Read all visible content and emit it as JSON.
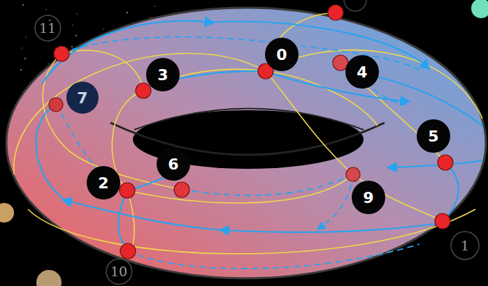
{
  "diagram": {
    "nodes": [
      {
        "text": [
          "11"
        ]
      },
      {
        "text": [
          "3"
        ]
      },
      {
        "text": [
          "0"
        ]
      },
      {
        "text": [
          "4"
        ]
      },
      {
        "text": [
          "7"
        ]
      },
      {
        "text": [
          "5"
        ]
      },
      {
        "text": [
          "6"
        ]
      },
      {
        "text": [
          "2"
        ]
      },
      {
        "text": [
          "9"
        ]
      },
      {
        "text": [
          "1"
        ]
      },
      {
        "text": [
          "10"
        ]
      }
    ]
  }
}
